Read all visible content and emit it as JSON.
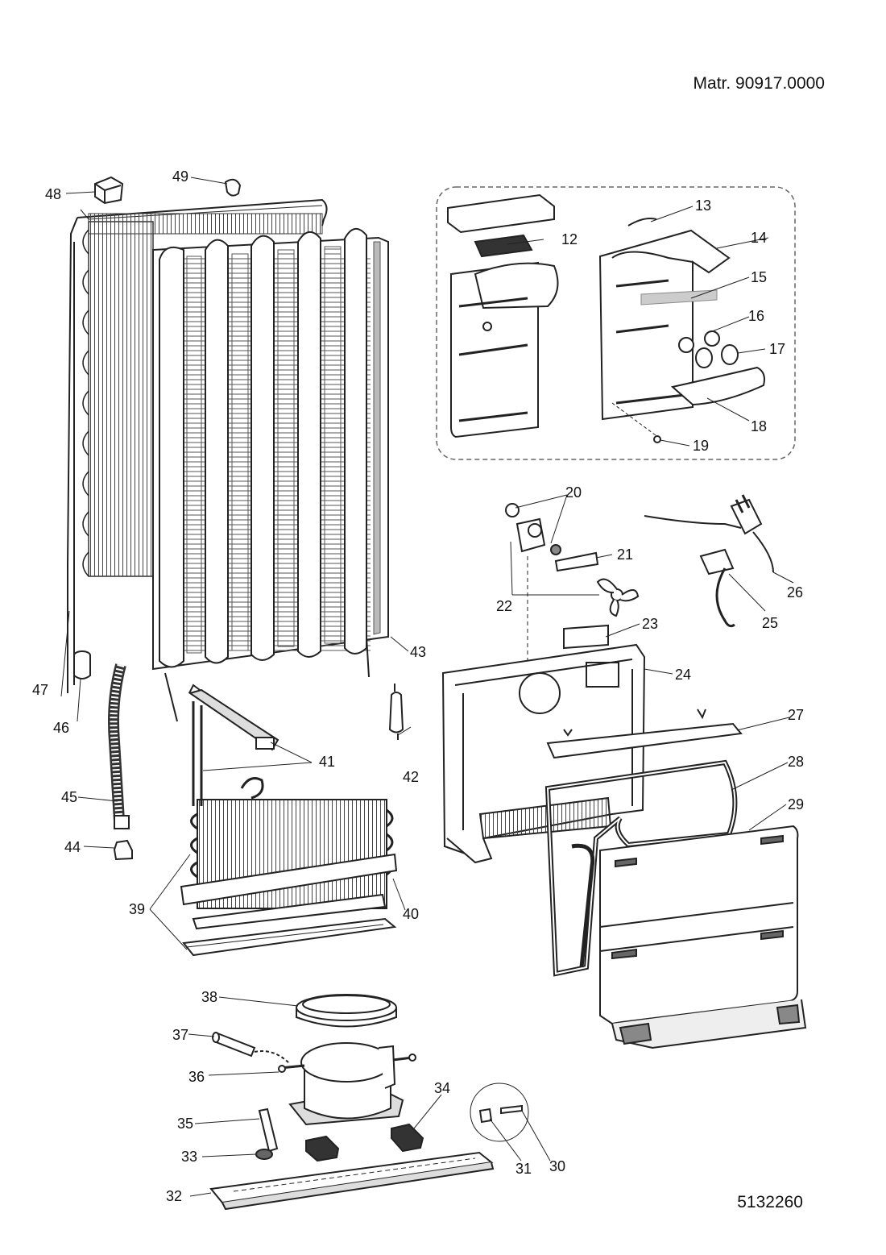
{
  "header": {
    "material": "Matr. 90917.0000"
  },
  "footer": {
    "drawing_number": "5132260"
  },
  "labels": {
    "l12": "12",
    "l13": "13",
    "l14": "14",
    "l15": "15",
    "l16": "16",
    "l17": "17",
    "l18": "18",
    "l19": "19",
    "l20": "20",
    "l21": "21",
    "l22": "22",
    "l23": "23",
    "l24": "24",
    "l25": "25",
    "l26": "26",
    "l27": "27",
    "l28": "28",
    "l29": "29",
    "l30": "30",
    "l31": "31",
    "l32": "32",
    "l33": "33",
    "l34": "34",
    "l35": "35",
    "l36": "36",
    "l37": "37",
    "l38": "38",
    "l39": "39",
    "l40": "40",
    "l41": "41",
    "l42": "42",
    "l43": "43",
    "l44": "44",
    "l45": "45",
    "l46": "46",
    "l47": "47",
    "l48": "48",
    "l49": "49"
  }
}
